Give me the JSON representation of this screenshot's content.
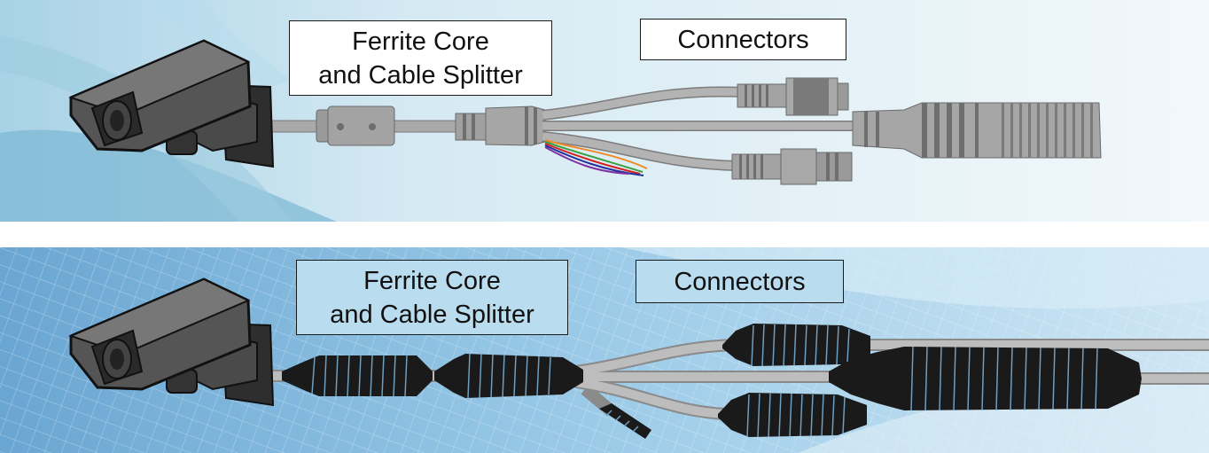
{
  "top_panel": {
    "ferrite_label_line1": "Ferrite Core",
    "ferrite_label_line2": "and Cable Splitter",
    "connectors_label": "Connectors"
  },
  "bottom_panel": {
    "ferrite_label_line1": "Ferrite Core",
    "ferrite_label_line2": "and Cable Splitter",
    "connectors_label": "Connectors"
  },
  "colors": {
    "top_background": "#dfeef4",
    "top_swoosh": "#8ec4dc",
    "bottom_background": "#7fb6dc",
    "cable": "#a9a9a9",
    "connector_body": "#8e8e8e",
    "camera_dark": "#3a3a3a",
    "mask_black": "#1a1a1a",
    "label_fill_bottom": "#b9dcee",
    "wire_orange": "#f08a24",
    "wire_green": "#3aa040",
    "wire_red": "#d42020",
    "wire_blue": "#2030a0",
    "wire_purple": "#8030a0"
  },
  "icons": [
    "security-camera-icon"
  ]
}
